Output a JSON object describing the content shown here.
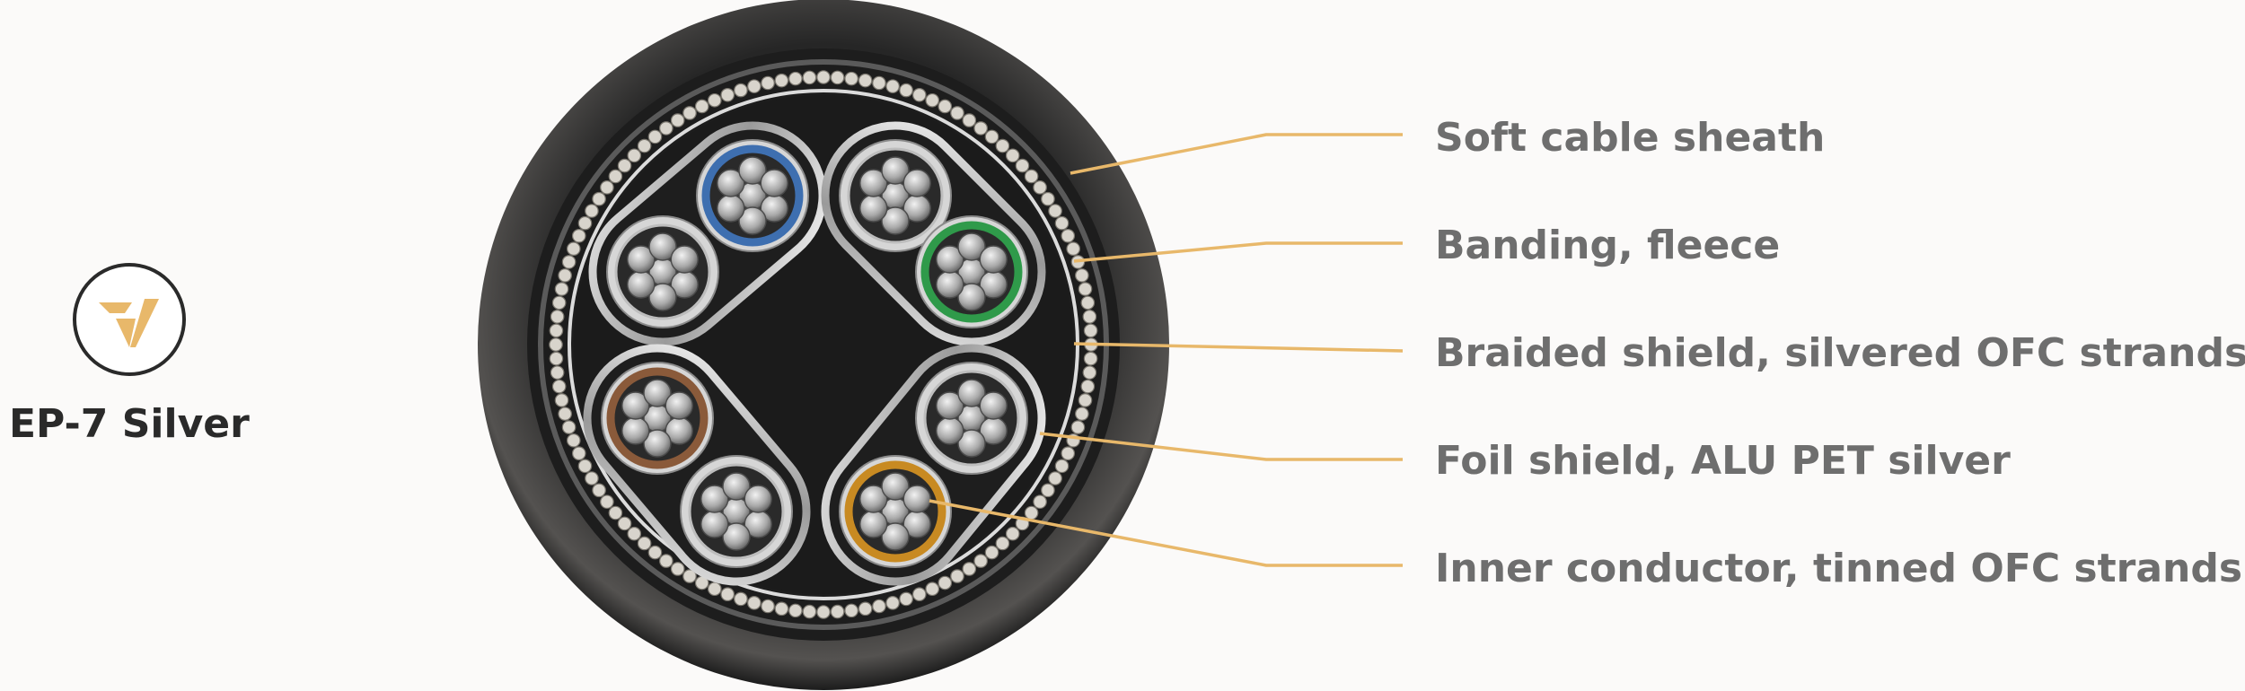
{
  "brand": {
    "product_name": "EP-7 Silver",
    "logo_icon": "v-logo-icon",
    "accent_color": "#e8b86a"
  },
  "callouts": [
    {
      "label": "Soft cable sheath"
    },
    {
      "label": "Banding, fleece"
    },
    {
      "label": "Braided shield, silvered OFC strands"
    },
    {
      "label": "Foil shield, ALU PET silver"
    },
    {
      "label": "Inner conductor, tinned OFC strands"
    }
  ],
  "cable": {
    "leader_color": "#e8b86a",
    "pair_colors": [
      "#3e6fb0",
      "#2f9a4a",
      "#8a5a3a",
      "#c88a22"
    ]
  }
}
